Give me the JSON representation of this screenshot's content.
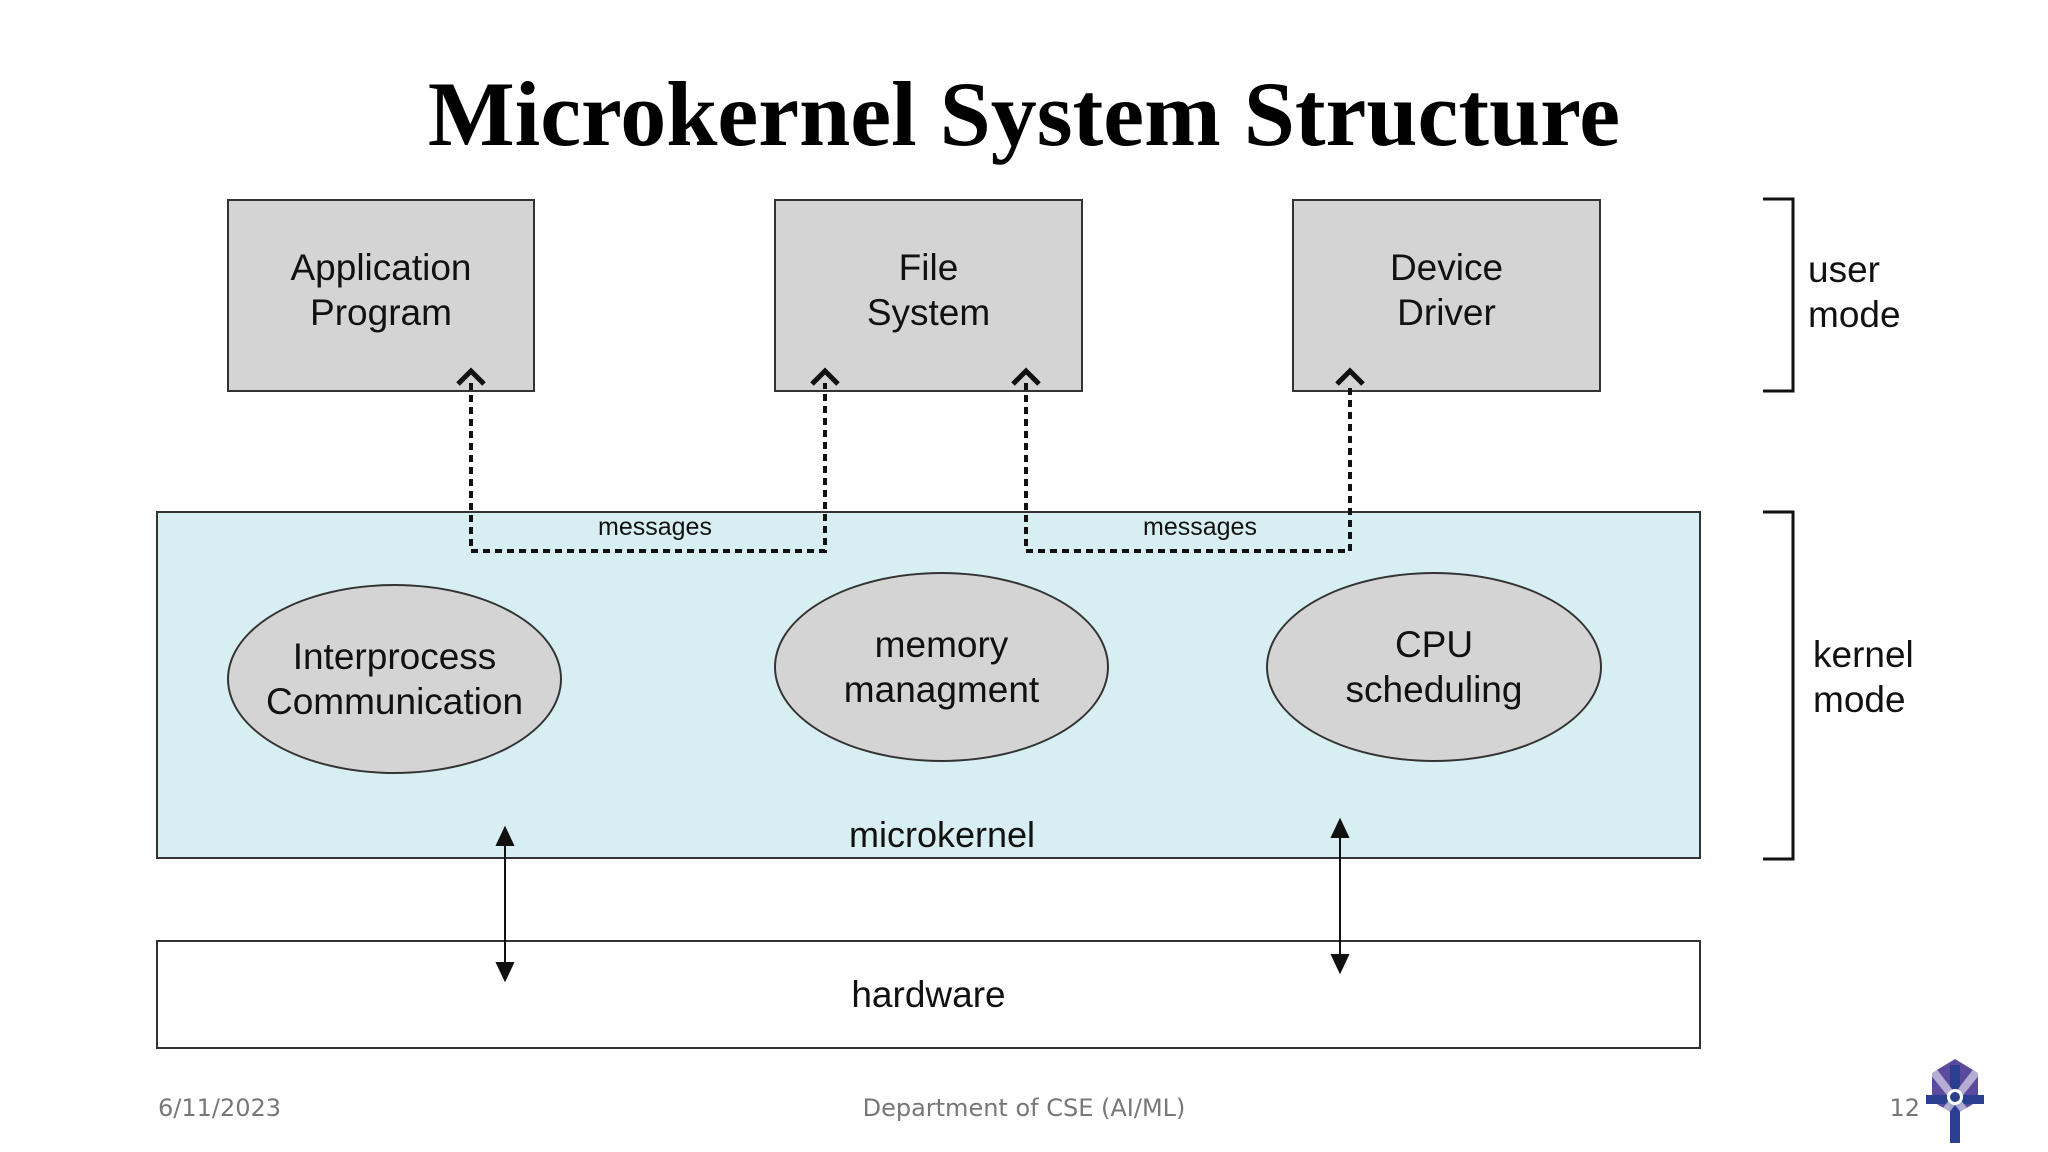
{
  "slide": {
    "title": "Microkernel System Structure",
    "user_boxes": [
      {
        "label": "Application\nProgram"
      },
      {
        "label": "File\nSystem"
      },
      {
        "label": "Device\nDriver"
      }
    ],
    "kernel": {
      "label": "microkernel",
      "services": [
        {
          "label": "Interprocess\nCommunication"
        },
        {
          "label": "memory\nmanagment"
        },
        {
          "label": "CPU\nscheduling"
        }
      ],
      "message_labels": [
        "messages",
        "messages"
      ]
    },
    "hardware": {
      "label": "hardware"
    },
    "modes": {
      "user": "user\nmode",
      "kernel": "kernel\nmode"
    },
    "footer": {
      "date": "6/11/2023",
      "department": "Department of CSE (AI/ML)",
      "page": "12"
    },
    "colors": {
      "user_box": "#d4d4d4",
      "kernel_bg": "#d7eef2",
      "logo_purple": "#5b4a9e",
      "logo_blue": "#2a3f8f"
    }
  }
}
